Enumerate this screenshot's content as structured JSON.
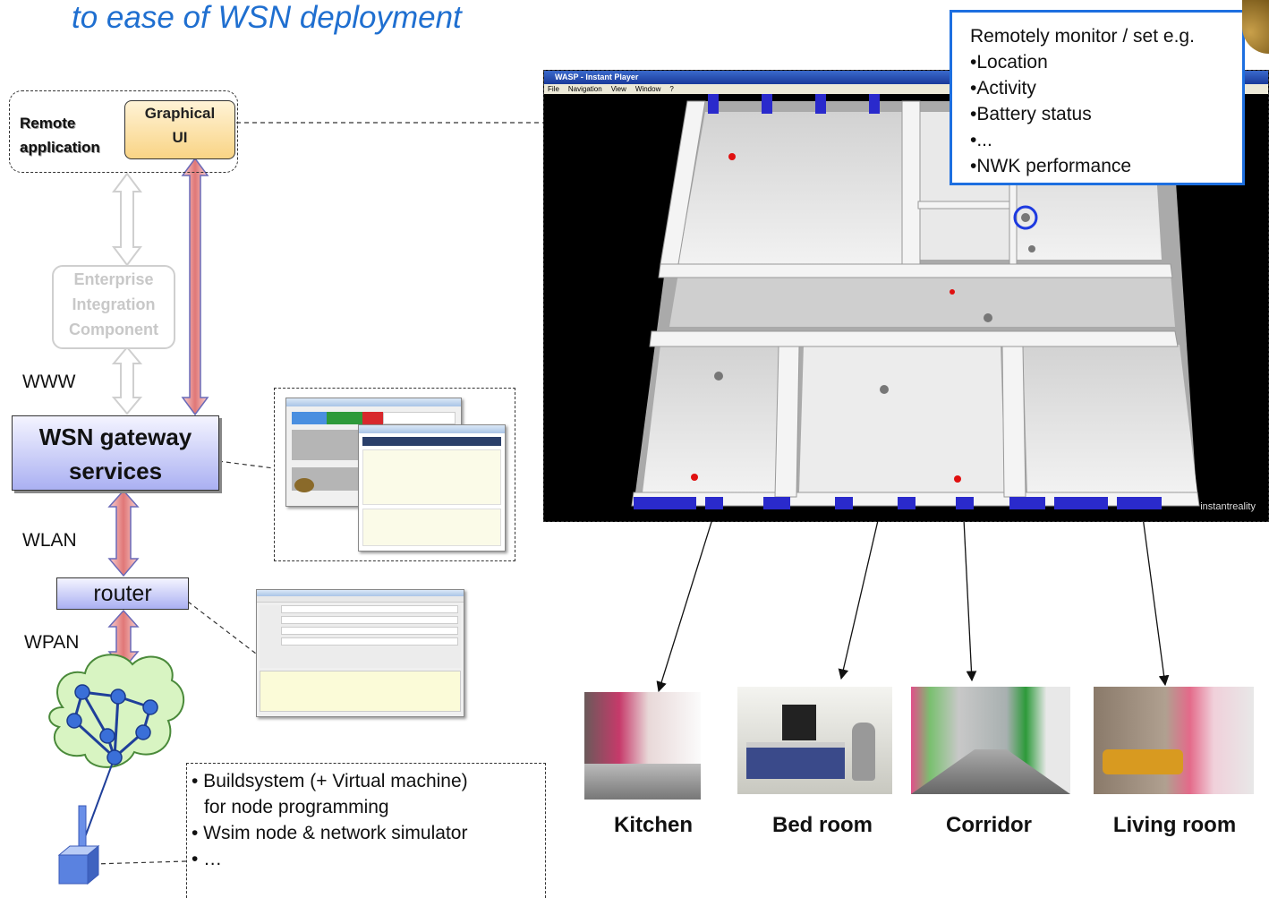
{
  "header": {
    "title": "to ease of WSN deployment"
  },
  "remote": {
    "label_line1": "Remote",
    "label_line2": "application",
    "gui_line1": "Graphical",
    "gui_line2": "UI"
  },
  "eic": {
    "line1": "Enterprise",
    "line2": "Integration",
    "line3": "Component"
  },
  "links": {
    "www": "WWW",
    "wlan": "WLAN",
    "wpan": "WPAN"
  },
  "gateway": {
    "line1": "WSN gateway",
    "line2": "services"
  },
  "router": {
    "label": "router"
  },
  "player": {
    "title": "WASP - Instant Player",
    "menu": [
      "File",
      "Navigation",
      "View",
      "Window",
      "?"
    ],
    "brand": "instantreality"
  },
  "callout": {
    "heading": "Remotely monitor / set e.g.",
    "items": [
      "•Location",
      "•Activity",
      "•Battery status",
      "•...",
      "•NWK performance"
    ]
  },
  "tools": {
    "items": [
      "• Buildsystem (+ Virtual machine)",
      "for node programming",
      "• Wsim node  & network simulator",
      "• …"
    ]
  },
  "rooms": [
    "Kitchen",
    "Bed room",
    "Corridor",
    "Living room"
  ],
  "colors": {
    "title": "#1f6fd0",
    "callout_border": "#1d6fe0",
    "gateway_fill": "#aab0f2",
    "gui_fill": "#f9d485",
    "node_fill": "#3a6fd8"
  }
}
